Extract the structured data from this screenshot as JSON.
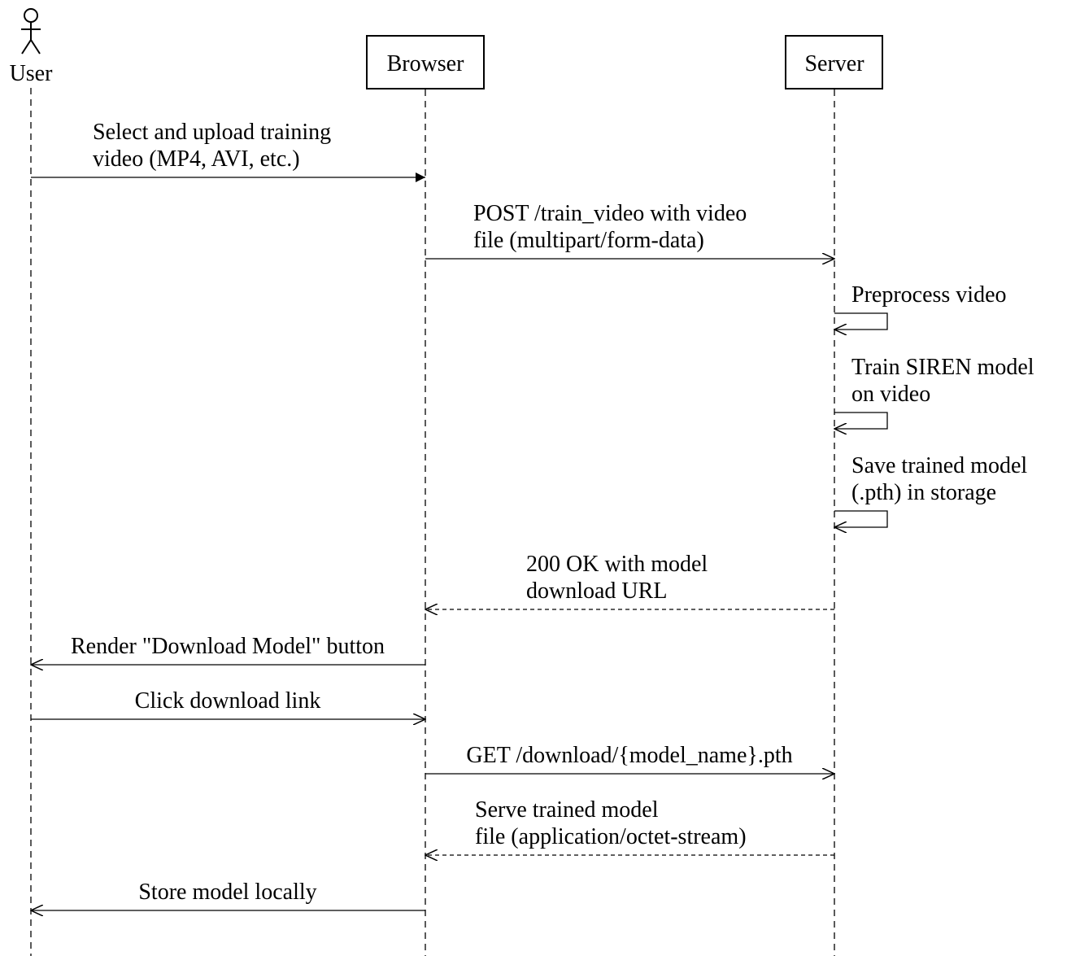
{
  "participants": {
    "user": {
      "label": "User"
    },
    "browser": {
      "label": "Browser"
    },
    "server": {
      "label": "Server"
    }
  },
  "messages": [
    {
      "from": "user",
      "to": "browser",
      "style": "solid-filled",
      "lines": [
        "Select and upload training",
        "video (MP4, AVI, etc.)"
      ]
    },
    {
      "from": "browser",
      "to": "server",
      "style": "solid-open",
      "lines": [
        "POST /train_video with video",
        "file (multipart/form-data)"
      ]
    },
    {
      "from": "server",
      "to": "server",
      "style": "self",
      "lines": [
        "Preprocess video"
      ]
    },
    {
      "from": "server",
      "to": "server",
      "style": "self",
      "lines": [
        "Train SIREN model",
        "on video"
      ]
    },
    {
      "from": "server",
      "to": "server",
      "style": "self",
      "lines": [
        "Save trained model",
        "(.pth) in storage"
      ]
    },
    {
      "from": "server",
      "to": "browser",
      "style": "dashed-open",
      "lines": [
        "200 OK with model",
        "download URL"
      ]
    },
    {
      "from": "browser",
      "to": "user",
      "style": "solid-open",
      "lines": [
        "Render \"Download Model\" button"
      ]
    },
    {
      "from": "user",
      "to": "browser",
      "style": "solid-open",
      "lines": [
        "Click download link"
      ]
    },
    {
      "from": "browser",
      "to": "server",
      "style": "solid-open",
      "lines": [
        "GET /download/{model_name}.pth"
      ]
    },
    {
      "from": "server",
      "to": "browser",
      "style": "dashed-open",
      "lines": [
        "Serve trained model",
        "file (application/octet-stream)"
      ]
    },
    {
      "from": "browser",
      "to": "user",
      "style": "solid-open",
      "lines": [
        "Store model locally"
      ]
    }
  ]
}
